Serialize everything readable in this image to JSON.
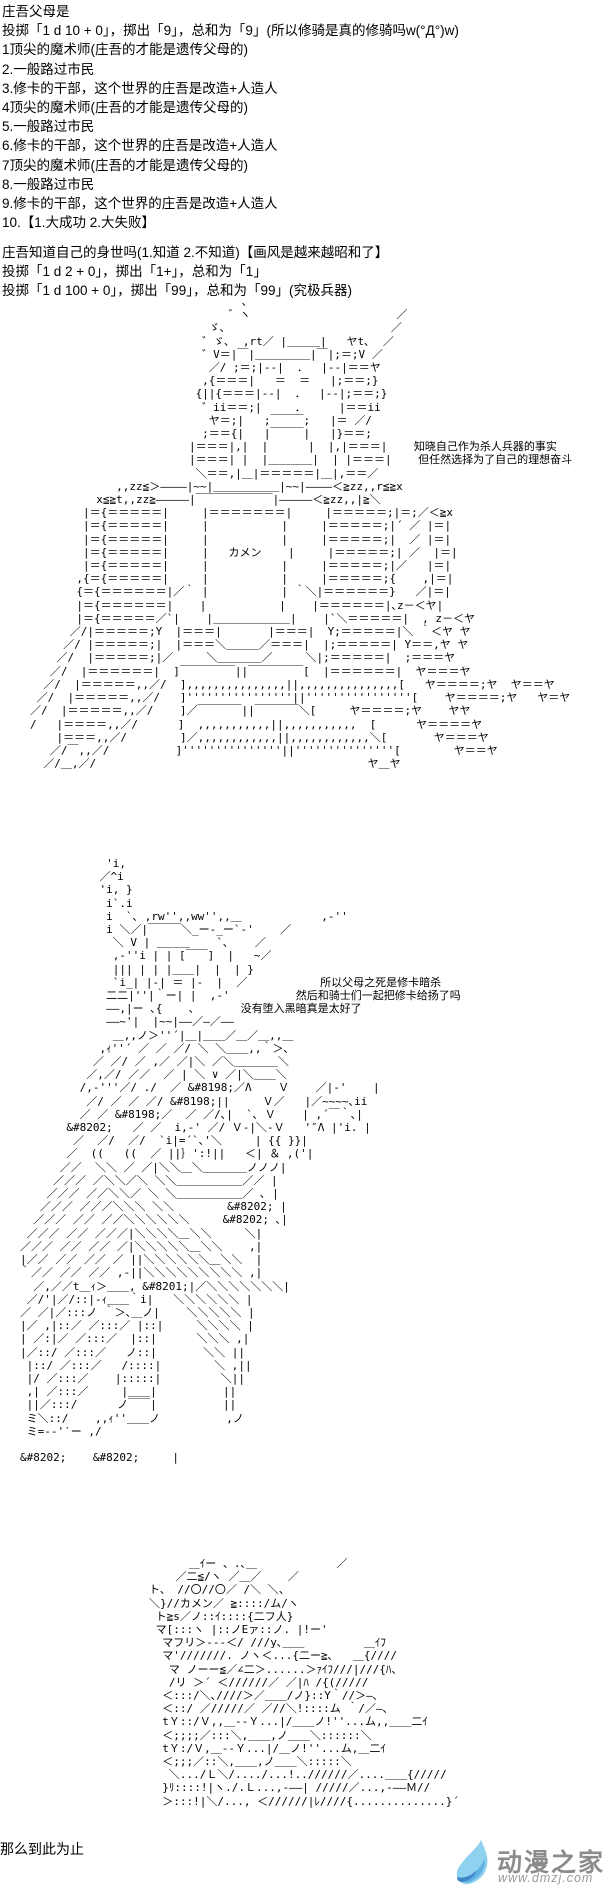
{
  "intro": {
    "lines": [
      "庄吾父母是",
      "投掷「1 d 10 + 0」，掷出「9」，总和为「9」(所以修骑是真的修骑吗w(°Д°)w)",
      "1顶尖的魔术师(庄吾的才能是遗传父母的)",
      "2.一般路过市民",
      "3.修卡的干部，这个世界的庄吾是改造+人造人",
      "4顶尖的魔术师(庄吾的才能是遗传父母的)",
      "5.一般路过市民",
      "6.修卡的干部，这个世界的庄吾是改造+人造人",
      "7顶尖的魔术师(庄吾的才能是遗传父母的)",
      "8.一般路过市民",
      "9.修卡的干部，这个世界的庄吾是改造+人造人",
      "10.【1.大成功 2.大失败】"
    ]
  },
  "birth_question": {
    "lines": [
      "庄吾知道自己的身世吗(1.知道 2.不知道)【画风是越来越昭和了】",
      "投掷「1 d 2 + 0」，掷出「1+」，总和为「1」",
      "投掷「1 d 100 + 0」，掷出「99」，总和为「99」(究极兵器)"
    ]
  },
  "aa_figure1": {
    "annotation_line1": "知晓自己作为杀人兵器的事实",
    "annotation_line2": "但任然选择为了自己的理想奋斗",
    "chest_text": "カメン",
    "lines": [
      "                                ､",
      "                              ゛ヽ                      ／",
      "                           ゞ､                         ／",
      "                          ゛ゞ､  ,rt／ |＿＿＿|   ヤt､  ／",
      "                          ゛V＝|￣|＿＿＿＿＿|￣|;＝;V ／",
      "                           ／/ ;＝;|--|  ．  |--|＝＝ヤ",
      "                          ,{＝＝＝|   ＝  ＝   |;＝＝;}",
      "                         {||{＝＝＝|--|  ．  |--|;＝＝;}",
      "                          ゛ii＝＝;|     ．     |＝＝ii",
      "                           ヤ＝;|   ;￣￣￣;   |＝ ／/",
      "                          ;＝＝{|   |￣￣￣|   |}＝＝;",
      "                        |＝＝＝|,|  |      |  |,|＝＝＝|    知晓自己作为杀人兵器的事实",
      "                        |＝＝＝| |  |＿＿＿＿|  | |＝＝＝|    但任然选择为了自己的理想奋斗",
      "                         ＼＝＝,|＿|＝＝＝＝＝|＿|,＝＝／",
      "             ,,zz≦＞――――|~~|＿＿＿＿＿＿|~~|――――＜≧zz,,r≦≧x",
      "          x≦≧t,,zz≧―――――|￣￣￣￣￣￣￣|―――――＜≧zz,,|≧＼",
      "        |＝{＝＝＝＝＝|     |＝＝＝＝＝＝＝|     |＝＝＝＝＝;|＝;／＜≧x",
      "        |＝{＝＝＝＝＝|     |           |     |＝＝＝＝＝;|´ ／ |＝|",
      "        |＝{＝＝＝＝＝|     |           |     |＝＝＝＝＝;|  ／ |＝|",
      "        |＝{＝＝＝＝＝|     |   カメン    |     |＝＝＝＝＝;| ／  |＝|",
      "        |＝{＝＝＝＝＝|     |           |     |＝＝＝＝＝;|／   |＝|",
      "       ,{＝{＝＝＝＝＝|     |           |     |＝＝＝＝＝;{    ,|＝|",
      "       {＝{＝＝＝＝＝＝|／｀ |           | ｀＼|＝＝＝＝＝＝}   ／|＝|",
      "       |＝{＝＝＝＝＝＝|    |           |    |＝＝＝＝＝＝|､z－＜ヤ|",
      "       |＝{＝＝＝＝＝／`|    |＿＿＿＿＿＿＿|    |`＼＝＝＝＝＝|  , z－＜ヤ",
      "      ／/|＝＝＝＝＝;Y  |＝＝＝|       |＝＝＝|  Y;＝＝＝＝＝|＼ ｀＜ヤ ヤ",
      "     ／/ |＝＝＝＝＝;|  |＝＝＝＼＿＿＿／＝＝＝|  |;＝＝＝＝＝| Y＝＝,ヤ ヤ",
      "    ／/  |＝＝＝＝＝;|／     ＼＿＿＿＿／     ＼|;＝＝＝＝＝|  ;＝＝＝ヤ",
      "   ／/  |＝＝＝＝＝＝|  ]￣￣￣￣￣||￣￣￣￣￣[  |＝＝＝＝＝＝|  ヤ＝＝＝ヤ",
      "  ／/  |＝＝＝＝＝,,／/  ],,,,,,,,,,,,,,,||,,,,,,,,,,,,,,,[   ヤ＝＝＝＝;ヤ  ヤ＝＝ヤ",
      " ／/  |＝＝＝＝＝,,／/   ]''''''''''''''''||''''''''''''''''[    ヤ＝＝＝＝;ヤ   ヤ＝ヤ",
      "／/  |＝＝＝＝＝,,／/    ]／￣￣￣￣||￣￣￣￣＼[     ヤ＝＝＝＝;ヤ    ヤヤ",
      "/   |＝＝＝＝,,／/      ]  ,,,,,,,,,,,||,,,,,,,,,,,  [      ヤ＝＝＝＝ヤ",
      "    |＝＝＝,,／/        ]／,,,,,,,,,,,,||,,,,,,,,,,,,＼[       ヤ＝＝＝ヤ",
      "   ／/￣,,／/          ]'''''''''''''''||'''''''''''''''[        ヤ＝＝ヤ",
      "  ／/＿,／/                                         ヤ＿ヤ"
    ]
  },
  "aa_figure2": {
    "annotation_line1": "所以父母之死是修卡暗杀",
    "annotation_line2": "然后和骑士们一起把修卡给扬了吗",
    "annotation_line3": "没有堕入黑暗真是太好了",
    "lines": [
      "             'i,",
      "            ／^i",
      "            'i, }",
      "             i`.i",
      "             i  `､ ,rw'',,ww'',,＿            ,-''",
      "             i ＼／|￣￣￣＼_ー-_ー`-'    ／",
      "              ＼ V | ＿＿＿    `､    ／",
      "              ,-''i | | [￣￣]  |   ~／",
      "              ||| | | |＿＿|  |  | }",
      "              `i_| |-| ＝ |-  |  ／           所以父母之死是修卡暗杀",
      "             二二|''|｀ー| |  ,-'          然后和骑士们一起把修卡给扬了吗",
      "             ――,|ー ､{    ､       没有堕入黑暗真是太好了",
      "             ――~'|  |~~|――／―／――",
      "              ＿,,ノ＞''´|＿|＿＿／＿／＿,,＿",
      "            ,ｨ''´ ／ ／ ／/ ＼ ＼＿＿,,｀＞､",
      "           ／ ／/ ／ ,／ ／|＼ ／＼＿＿＿＿＼",
      "          ／,／/ ／／  ／ | ＼ ∨ ／|＼＿＿＼",
      "         /,-'''／/ ./  ／ &#8198;／Λ    Ｖ    ／|-'    |",
      "          ／/ ／ ／ ／/ &#8198;||     Ｖ／   |／~~~~､ii",
      "         ／ ／ &#8198;／  ／ ／/､|  `､ Ｖ    | ,´￣｀､|",
      "       &#8202;   ／ ／  i,-' ／/ Ｖ-|＼-Ｖ   '″Λ |'i. |",
      "        ／  ／/  ／/  `i|=´`､'＼     | {{ }}|",
      "       ／  ((   ((  ／ ||｝':!||   ＜| ＆ ,('|",
      "      ／／  ＼＼ ／ ／|＼＼＿＼＿＿＿＿ノノノ|",
      "     ／／／ ／＼＼／＼ ＼＼＿＿＿＿＿＿／／ |",
      "    ／／／ ／／＼＼／ ＼ ＼＿＿＿＿＿＿／ ､ |",
      "   ／／／ ／／／＼＼＼ ＼＼        &#8202; |",
      "  ／／／ ／／ ／／＼＼＼＼＼＼     &#8202; ､|",
      " ／／／ ／／ ／／／|＼＼＼＼＿＼＼     ＼|",
      "／／／ ／／ ／／ ／|＼＼＼＼＼＿＼＼    ,|",
      "|／／ ／／ ／／ ／ ||＼＼＼＼＼＼＿＼＼  |",
      "｀／／ ／／ ／／ ,-||＼＼＼＼＼＼＼＼＼ ,|",
      "  ／,／／t＿ｨ＞＿＿, &#8201;|／＼＼＼＼＼＼＼|",
      " ／/'|／/::|-ｨ＿＿｀i|   ＼＼＼＼＼＼ |",
      "／ ／|／:::ノ ｀＞､＿ノ|    ＼＼＼＼＼ |",
      "|／ ,|::／ ／:::／ |::|     ＼＼＼＼ |",
      "| ／:|／ ／:::／  |::|      ＼＼＼ ,|",
      "|／::/ ／:::／   ノ::|       ＼＼ ||",
      " |::/ ／:::／   /::::|        ＼ ,||",
      " |/ ／:::／    |:::::|         ＼||",
      " ,| ／:::／     |＿＿|          ||",
      " ||／:::/      ノ￣￣|          ||",
      " ミ＼::/    ,,ｨ''＿＿ノ          ,ノ",
      " ミ=-‐'′ー ,/",
      "",
      "&#8202;    &#8202;     |"
    ]
  },
  "aa_figure3": {
    "face_text": "カメン",
    "lines": [
      "              ＿ｲー 、.､＿            ／",
      "            ／二≦/ヽ ／＿／    ／",
      "        ト、 //〇//〇／ /＼ ＼、",
      "        ＼}//カメン／ ≧::::/ム/ヽ",
      "         ト≧s／ノ::ｲ::::{二フ人}",
      "         マ[:::ヽ |::ノEァ::ノ. |!ー'",
      "          マフリ＞---＜/ ///y､＿＿         ＿ｲﾌ",
      "          マ'///////. ノヽ＜...{二ー≧､   ＿{////",
      "           マ ノーー≦／∠二＞......＞ｧｲﾌ///|///{ﾊ、",
      "           /リ ＞´ ＜//////／ ／|ﾊ /{(/////",
      "          ＜:::/＼､////＞／＿＿/ノ}::Y｀//＞―､",
      "          ＜::/ ／/////／ ／//＼!::::ム ｀/／―､",
      "          tＹ::/Ｖ,,＿--Ｙ...|/＿＿ノ!''...ム,,＿＿二ｲ",
      "          ＜;;;;／:::＼,＿＿,ノ＿＿＼::::::＼",
      "          tＹ:/Ｖ,＿--Ｙ...|/＿ノ!''...ム,＿二ｲ",
      "          ＜;;;／::＼,＿＿,ノ＿＿＼:::::＼",
      "           ＼.../Ｌ＼/..../...!..//////／....＿＿{/////",
      "          }ﾘ::::!|ヽ./.Ｌ...,-――| /////／...,-――Ｍ//",
      "          ＞:::!|＼/..., ＜//////|ﾚ////{..............}´"
    ]
  },
  "footer": {
    "closing_text": "那么到此为止"
  },
  "watermark": {
    "site_name": "动漫之家",
    "site_url": "www.dmzj.com",
    "icon": "dmzj-flame-icon",
    "flame_light": "#8ed2ef",
    "flame_mid": "#5fb2e2",
    "flame_dark": "#3f85c9",
    "text_color": "#8c8c8c"
  }
}
